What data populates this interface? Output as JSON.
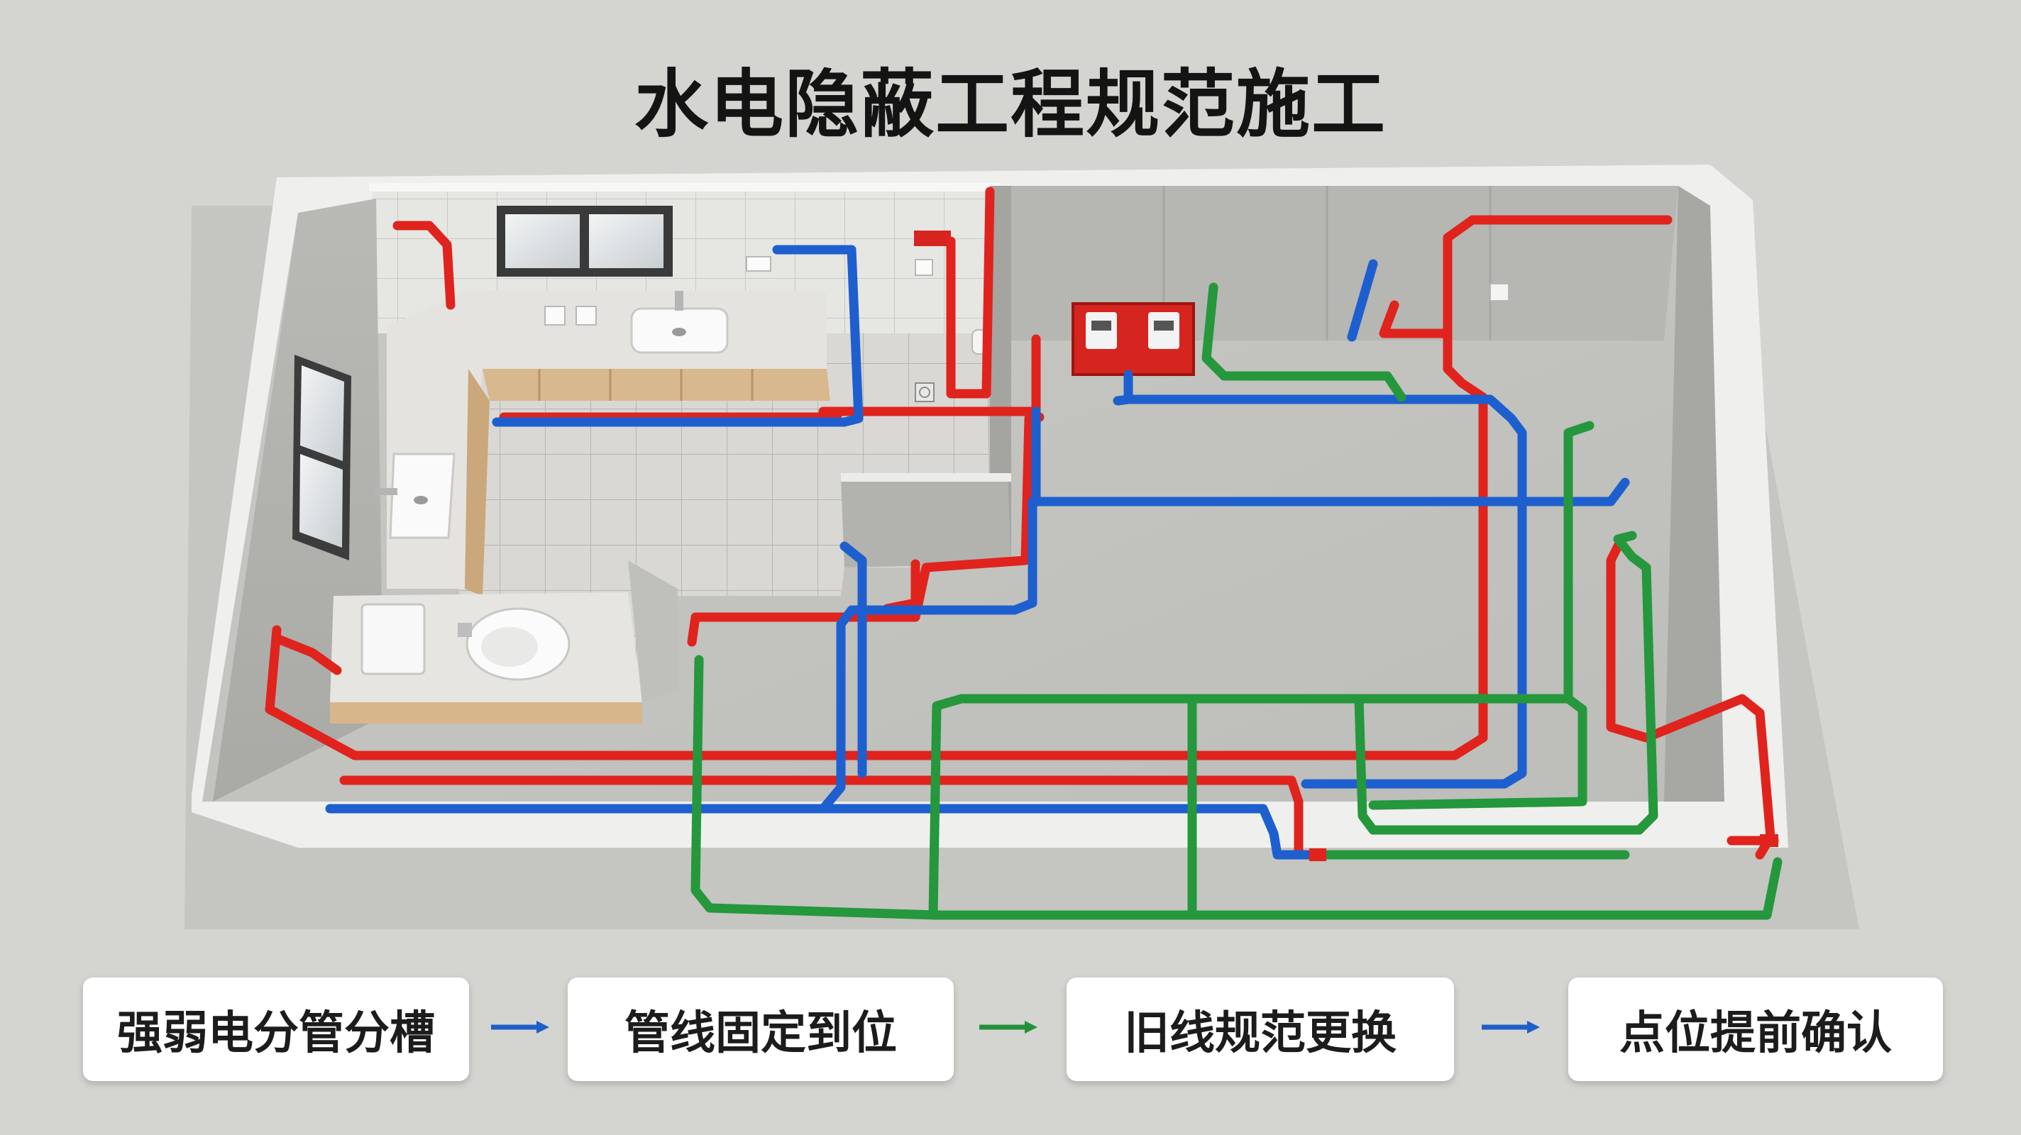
{
  "title": "水电隐蔽工程规范施工",
  "steps": [
    {
      "label": "强弱电分管分槽"
    },
    {
      "label": "管线固定到位"
    },
    {
      "label": "旧线规范更换"
    },
    {
      "label": "点位提前确认"
    }
  ],
  "arrows": [
    {
      "from": "强弱电分管分槽",
      "to": "管线固定到位",
      "color": "#1f5fc8"
    },
    {
      "from": "管线固定到位",
      "to": "旧线规范更换",
      "color": "#23913a"
    },
    {
      "from": "旧线规范更换",
      "to": "点位提前确认",
      "color": "#1f5fc8"
    }
  ],
  "pipe_colors": {
    "red": "#e0231d",
    "blue": "#1d5fcf",
    "green": "#25973c"
  },
  "icons": [
    "window-icon",
    "sink-icon",
    "toilet-icon",
    "socket-icon",
    "electrical-box-icon",
    "floor-drain-icon"
  ]
}
